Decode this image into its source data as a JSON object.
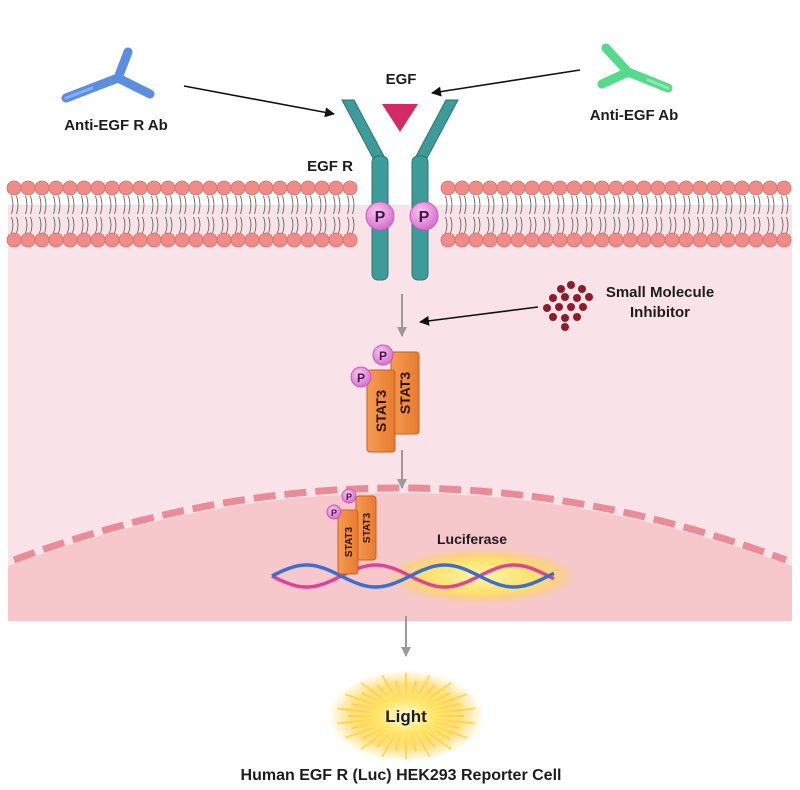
{
  "labels": {
    "egf": "EGF",
    "anti_egfr_ab": "Anti-EGF R Ab",
    "anti_egf_ab": "Anti-EGF Ab",
    "egfr": "EGF R",
    "small_molecule_line1": "Small Molecule",
    "small_molecule_line2": "Inhibitor",
    "luciferase": "Luciferase",
    "light": "Light",
    "caption": "Human EGF R (Luc) HEK293 Reporter Cell"
  },
  "phospho_label": "P",
  "stat3_label": "STAT3",
  "colors": {
    "receptor": "#3d9c9a",
    "egf_ligand": "#d42a63",
    "anti_egfr_ab": "#5b8de0",
    "anti_egf_ab": "#55d98a",
    "membrane_head": "#f08c88",
    "cytoplasm": "#f9e3e8",
    "nucleus": "#f6c8cc",
    "stat3": "#f0873e",
    "phospho": "#e98fe0",
    "inhibitor": "#8c1c2a",
    "dna_pink": "#e0429a",
    "dna_blue": "#3a6fd0",
    "glow": "#ffd21e"
  }
}
